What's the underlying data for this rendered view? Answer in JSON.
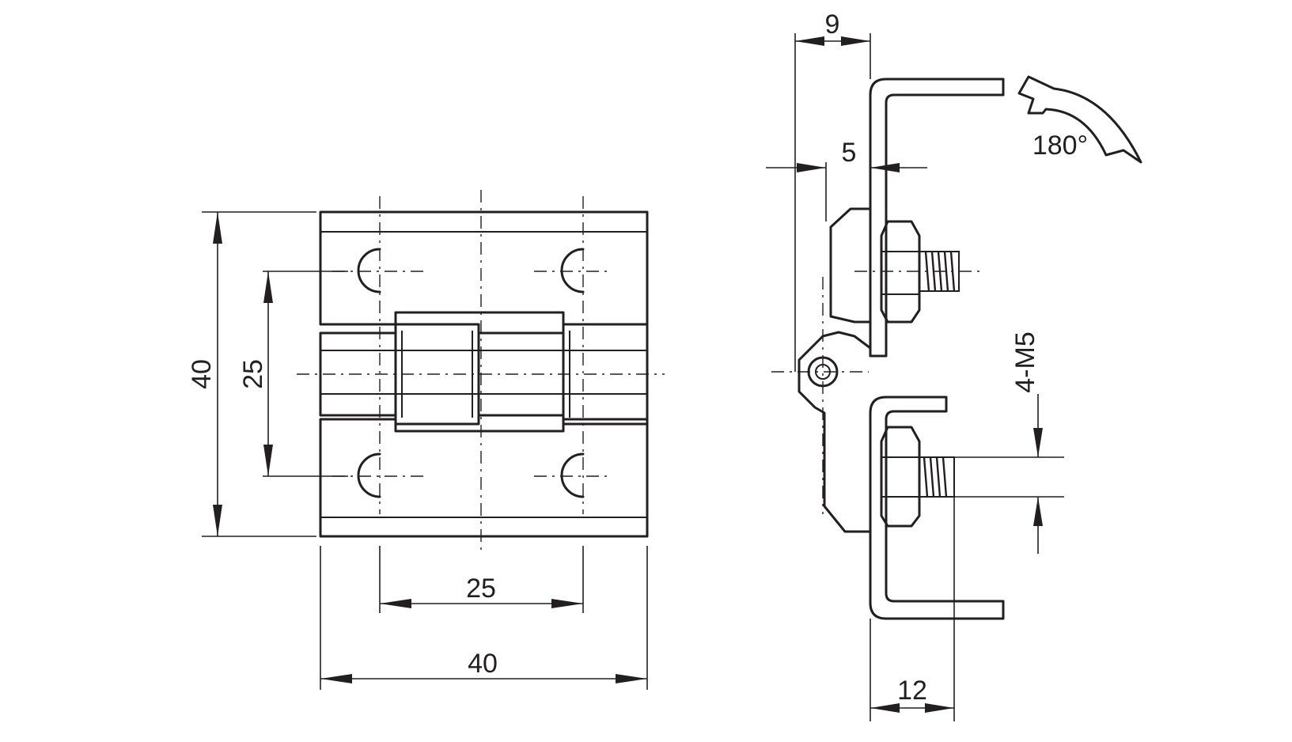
{
  "dimensions": {
    "front_height": "40",
    "front_hole_spacing_vertical": "25",
    "front_hole_spacing_horizontal": "25",
    "front_width": "40",
    "side_top_offset": "9",
    "side_leaf_offset": "5",
    "side_thread": "4-M5",
    "side_bottom_depth": "12"
  },
  "annotations": {
    "rotation_angle": "180°"
  }
}
